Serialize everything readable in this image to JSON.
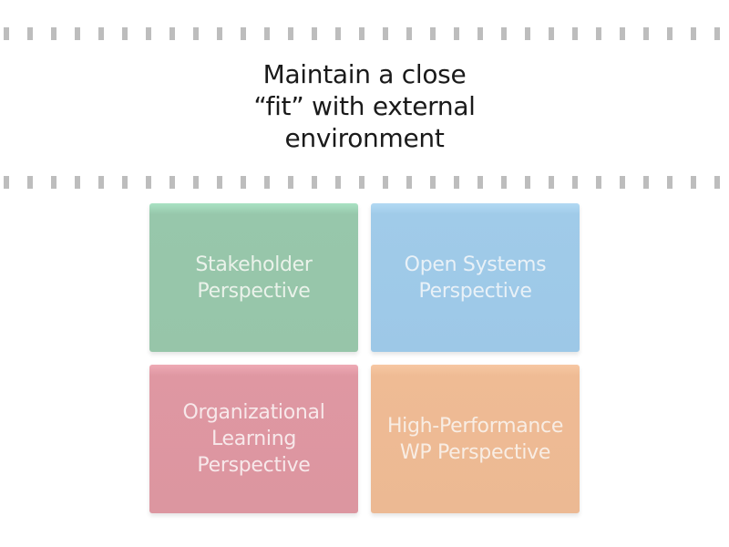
{
  "header": {
    "title": "Maintain a close\n“fit” with external\nenvironment"
  },
  "dividers": {
    "style": "dashed",
    "color": "#bdbdbd"
  },
  "grid": {
    "boxes": [
      {
        "label": "Stakeholder\nPerspective",
        "color": "#97c5a9"
      },
      {
        "label": "Open Systems\nPerspective",
        "color": "#9dc8e7"
      },
      {
        "label": "Organizational\nLearning\nPerspective",
        "color": "#dc96a0"
      },
      {
        "label": "High-Performance\nWP Perspective",
        "color": "#ecb993"
      }
    ]
  }
}
